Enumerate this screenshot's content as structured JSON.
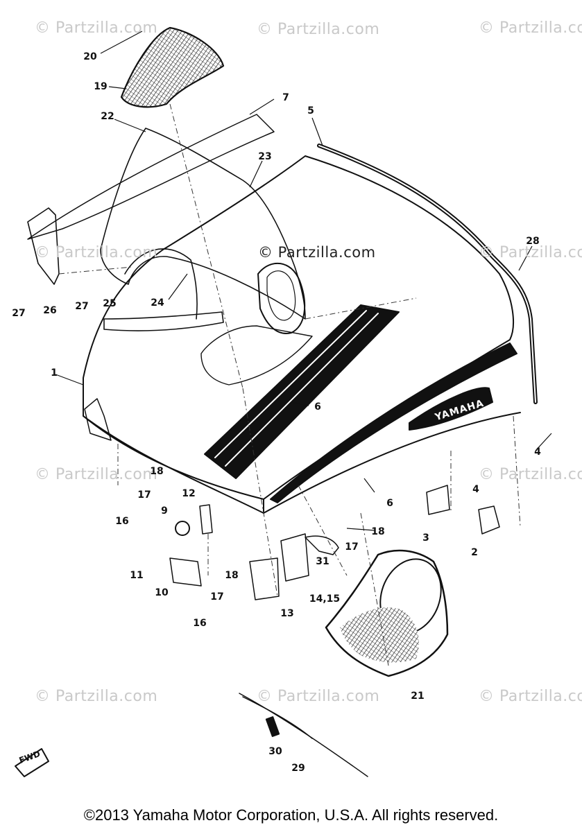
{
  "watermarks": [
    "© Partzilla.com",
    "© Partzilla.com",
    "© Partzilla.com",
    "© Partzilla.com",
    "© Partzilla.com",
    "© Partzilla.com",
    "© Partzilla.com",
    "© Partzilla.com",
    "© Partzilla.com",
    "© Partzilla.com",
    "© Partzilla.com"
  ],
  "brand_text": "YAMAHA",
  "forward_mark": "FWD",
  "callouts": [
    "20",
    "19",
    "7",
    "22",
    "5",
    "23",
    "28",
    "27",
    "26",
    "27",
    "25",
    "24",
    "1",
    "6",
    "4",
    "18",
    "17",
    "16",
    "12",
    "9",
    "6",
    "4",
    "3",
    "2",
    "18",
    "17",
    "11",
    "10",
    "18",
    "17",
    "16",
    "31",
    "13",
    "14,15",
    "21",
    "30",
    "29"
  ],
  "copyright": "©2013 Yamaha Motor Corporation, U.S.A. All rights reserved.",
  "colors": {
    "line": "#111111",
    "watermark": "#c9c9c9",
    "background": "#ffffff"
  }
}
